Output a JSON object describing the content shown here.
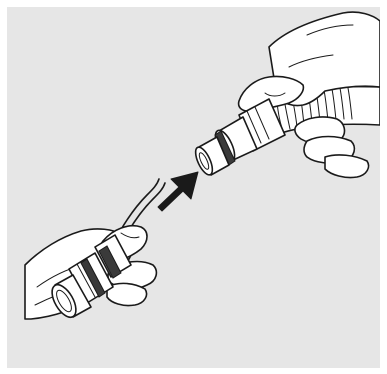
{
  "figure": {
    "background_color": "#e6e6e6",
    "line_color": "#1a1a1a",
    "arrow_color": "#1a1a1a",
    "arrow_direction": "up-right",
    "icons": [
      "hand-holding-tube-connector",
      "hand-holding-sensor-adapter",
      "insert-arrow"
    ]
  }
}
